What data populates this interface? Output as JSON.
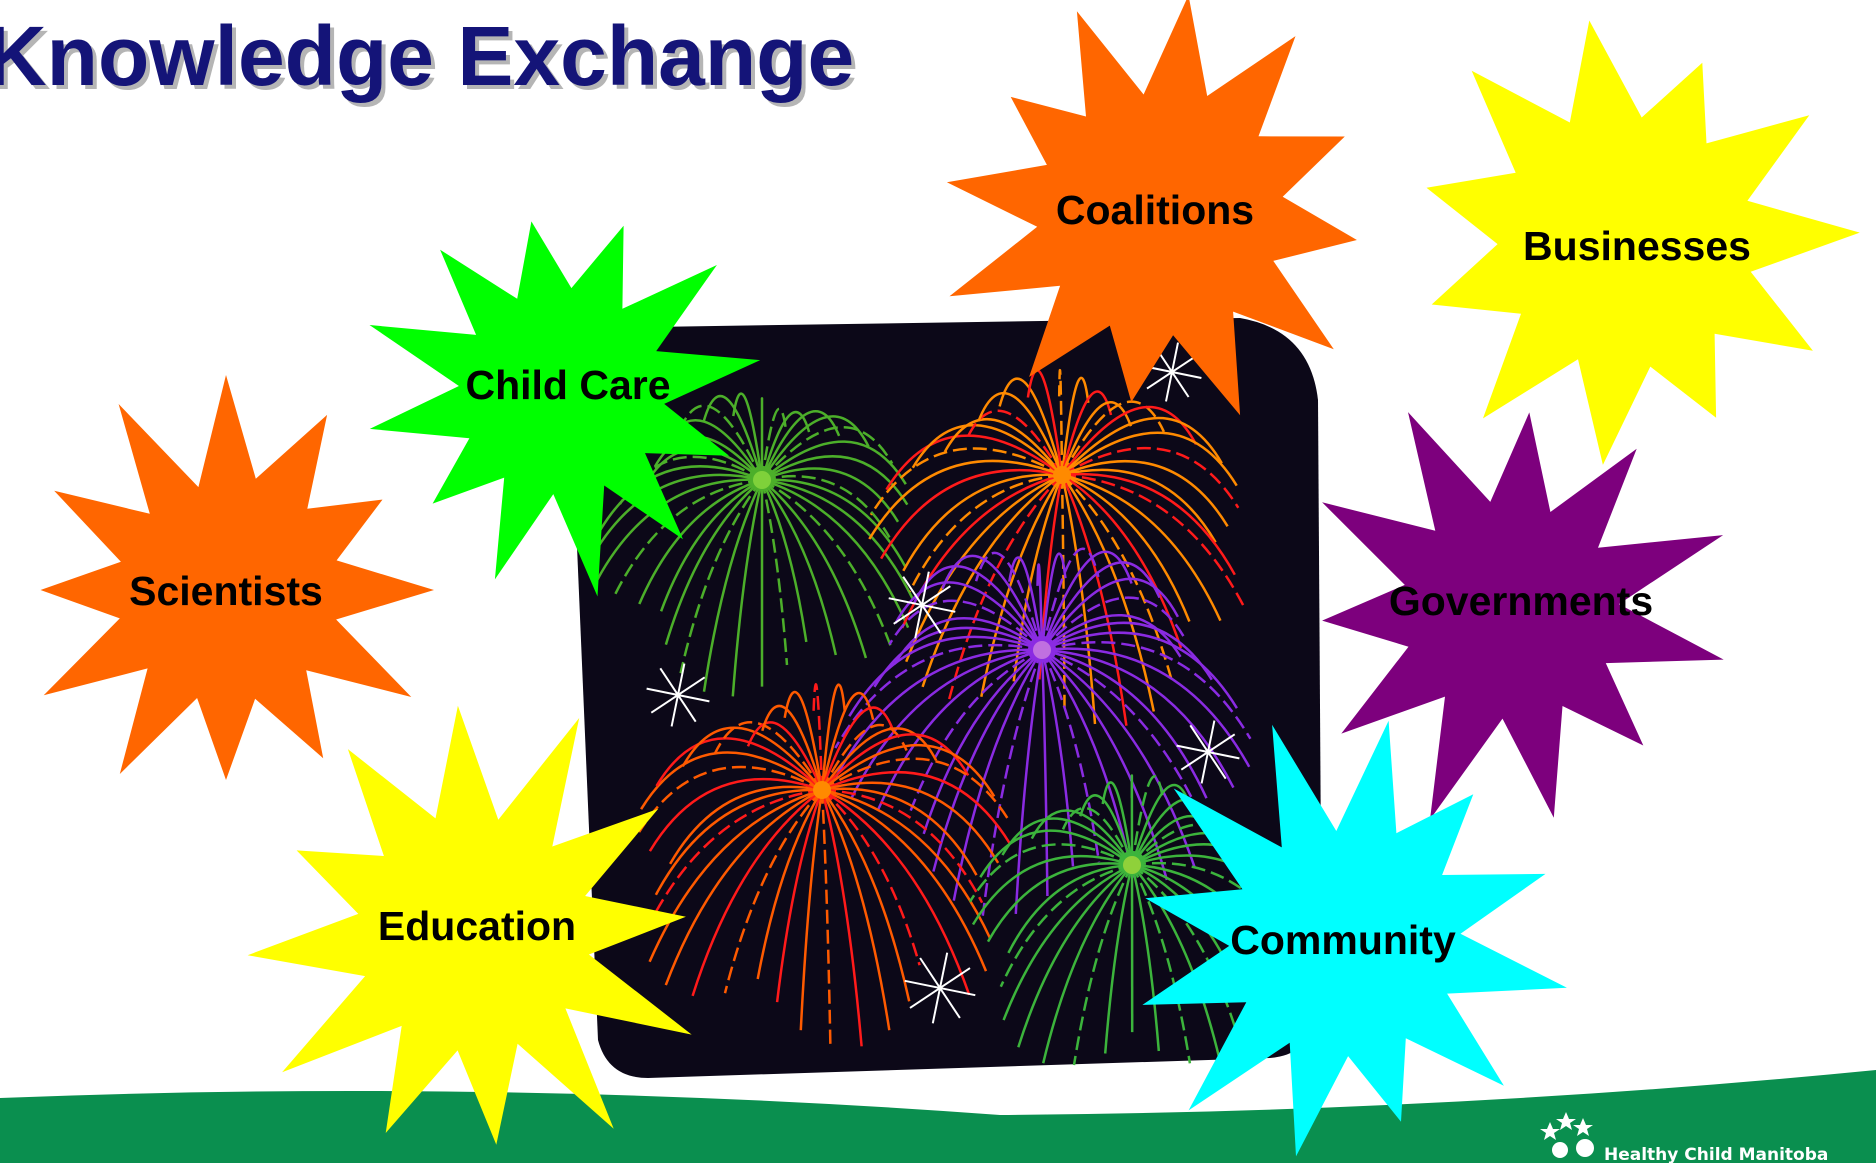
{
  "slide": {
    "title": "Knowledge Exchange",
    "logo_text": "Healthy Child Manitoba"
  },
  "bursts": [
    {
      "label": "Coalitions",
      "color": "#ff6600"
    },
    {
      "label": "Businesses",
      "color": "#ffff00"
    },
    {
      "label": "Child Care",
      "color": "#00ff00"
    },
    {
      "label": "Scientists",
      "color": "#ff6600"
    },
    {
      "label": "Governments",
      "color": "#7d007d"
    },
    {
      "label": "Education",
      "color": "#ffff00"
    },
    {
      "label": "Community",
      "color": "#00ffff"
    }
  ],
  "colors": {
    "title": "#141478",
    "footer_band": "#0a8f4f",
    "firework_panel": "#0c0818"
  },
  "fireworks": [
    {
      "name": "green-top-left",
      "color": "#4caf2a",
      "core": "#7fd13a"
    },
    {
      "name": "orange-top",
      "color": "#ff8a00",
      "core": "#ff8a00",
      "accent": "#ff1a1a"
    },
    {
      "name": "purple-center",
      "color": "#8a2be2",
      "core": "#c070e0"
    },
    {
      "name": "red-orange-bottom-left",
      "color": "#ff5a00",
      "core": "#ff8a00",
      "accent": "#ff1a1a"
    },
    {
      "name": "green-bottom-right",
      "color": "#3cb43c",
      "core": "#8fd13a"
    }
  ]
}
